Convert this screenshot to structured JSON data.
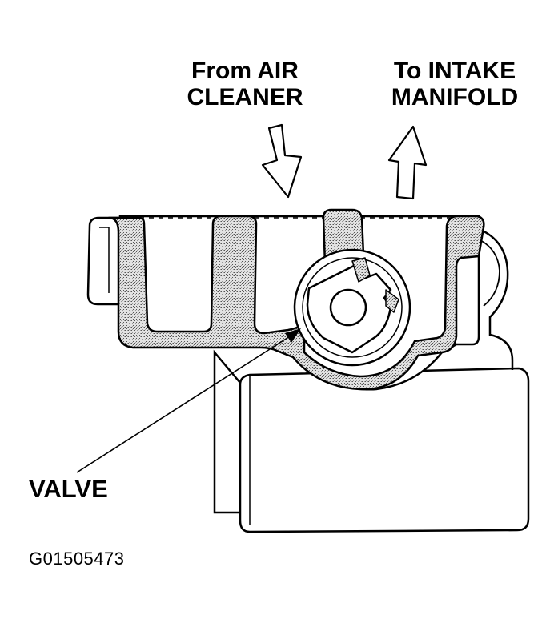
{
  "labels": {
    "from_line1": "From AIR",
    "from_line2": "CLEANER",
    "to_line1": "To INTAKE",
    "to_line2": "MANIFOLD",
    "valve": "VALVE"
  },
  "figure_code": "G01505473",
  "colors": {
    "ink": "#000000",
    "paper": "#ffffff",
    "stipple": "#7a7a7a",
    "stipple_bg": "#dcdcdc"
  }
}
